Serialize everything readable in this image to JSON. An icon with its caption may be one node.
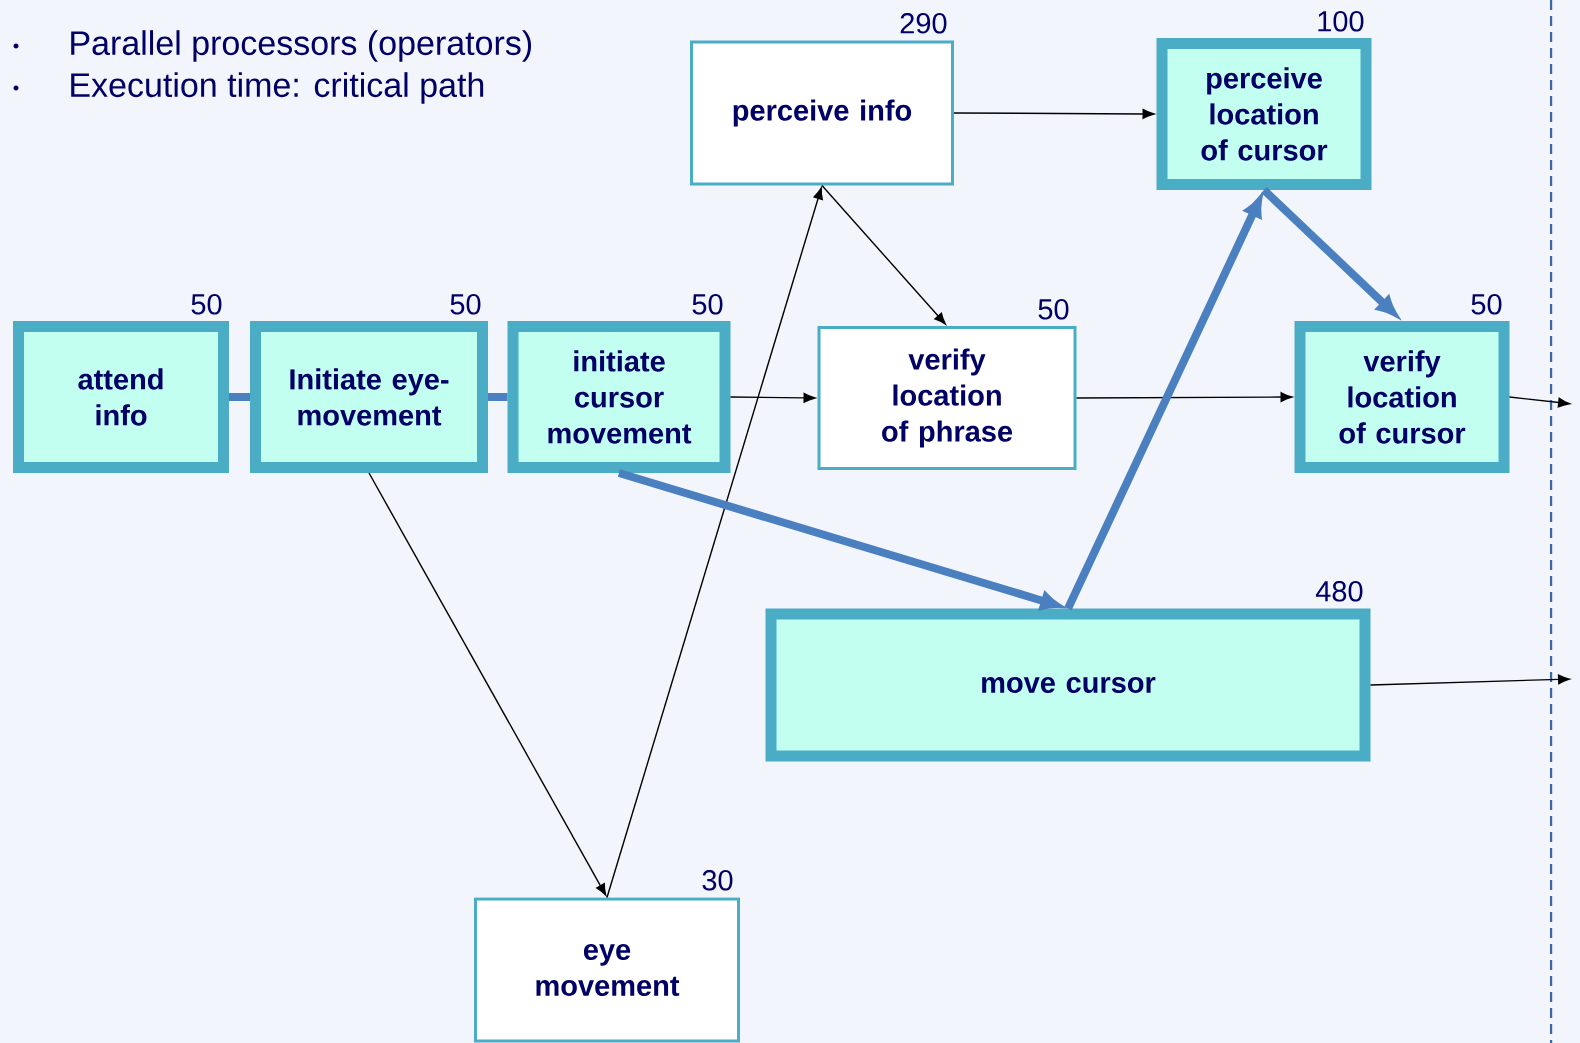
{
  "diagram": {
    "nodes": [
      {
        "text": [
          "attend info"
        ],
        "beside": [
          "50"
        ]
      },
      {
        "text": [
          "Initiate eye-movement"
        ],
        "beside": [
          "50"
        ]
      },
      {
        "text": [
          "initiate cursor movement"
        ],
        "beside": [
          "50"
        ]
      },
      {
        "text": [
          "perceive info"
        ],
        "beside": [
          "290"
        ]
      },
      {
        "text": [
          "verify location of phrase"
        ],
        "beside": [
          "50"
        ]
      },
      {
        "text": [
          "perceive location of cursor"
        ],
        "beside": [
          "100"
        ]
      },
      {
        "text": [
          "verify location of cursor"
        ],
        "beside": [
          "50"
        ]
      },
      {
        "text": [
          "move cursor"
        ],
        "beside": [
          "480"
        ]
      },
      {
        "text": [
          "eye movement"
        ],
        "beside": [
          "30"
        ]
      }
    ],
    "edges": [
      {
        "from": 0,
        "to": 1,
        "arrow": "none",
        "style": "thick",
        "color": "#4a7fc0"
      },
      {
        "from": 1,
        "to": 2,
        "arrow": "none",
        "style": "thick",
        "color": "#4a7fc0"
      },
      {
        "from": 2,
        "to": 4,
        "arrow": "to"
      },
      {
        "from": 1,
        "to": 8,
        "arrow": "to"
      },
      {
        "from": 8,
        "to": 3,
        "arrow": "to"
      },
      {
        "from": 3,
        "to": 4,
        "arrow": "to"
      },
      {
        "from": 3,
        "to": 5,
        "arrow": "to"
      },
      {
        "from": 4,
        "to": 6,
        "arrow": "to"
      },
      {
        "from": 2,
        "to": 7,
        "arrow": "to",
        "style": "thick",
        "color": "#4a7fc0"
      },
      {
        "from": 7,
        "to": 5,
        "arrow": "to",
        "style": "thick",
        "color": "#4a7fc0"
      },
      {
        "from": 5,
        "to": 6,
        "arrow": "to",
        "style": "thick",
        "color": "#4a7fc0"
      },
      {
        "from": 6,
        "to": null,
        "arrow": "to"
      },
      {
        "from": 7,
        "to": null,
        "arrow": "to"
      }
    ],
    "labels": [
      "Parallel processors (operators)",
      "Execution time: critical path"
    ]
  }
}
